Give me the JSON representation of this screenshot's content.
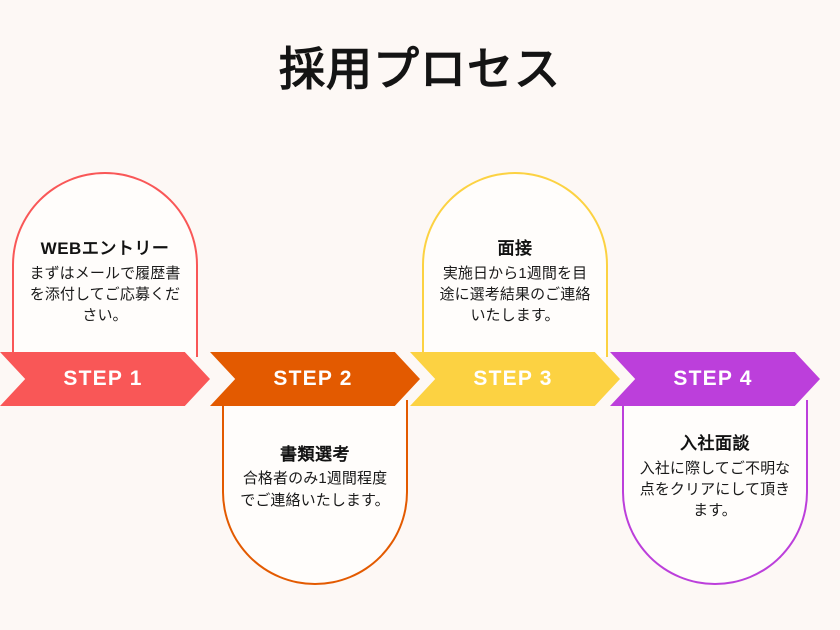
{
  "page": {
    "title": "採用プロセス",
    "background_color": "#fdf8f5"
  },
  "steps": [
    {
      "badge": "STEP 1",
      "color": "#f95757",
      "card_position": "top",
      "title": "WEBエントリー",
      "description": "まずはメールで履歴書を添付してご応募ください。"
    },
    {
      "badge": "STEP 2",
      "color": "#e35a00",
      "card_position": "bottom",
      "title": "書類選考",
      "description": "合格者のみ1週間程度でご連絡いたします。"
    },
    {
      "badge": "STEP 3",
      "color": "#fcd242",
      "card_position": "top",
      "title": "面接",
      "description": "実施日から1週間を目途に選考結果のご連絡いたします。"
    },
    {
      "badge": "STEP 4",
      "color": "#bc3fdb",
      "card_position": "bottom",
      "title": "入社面談",
      "description": "入社に際してご不明な点をクリアにして頂きます。"
    }
  ]
}
